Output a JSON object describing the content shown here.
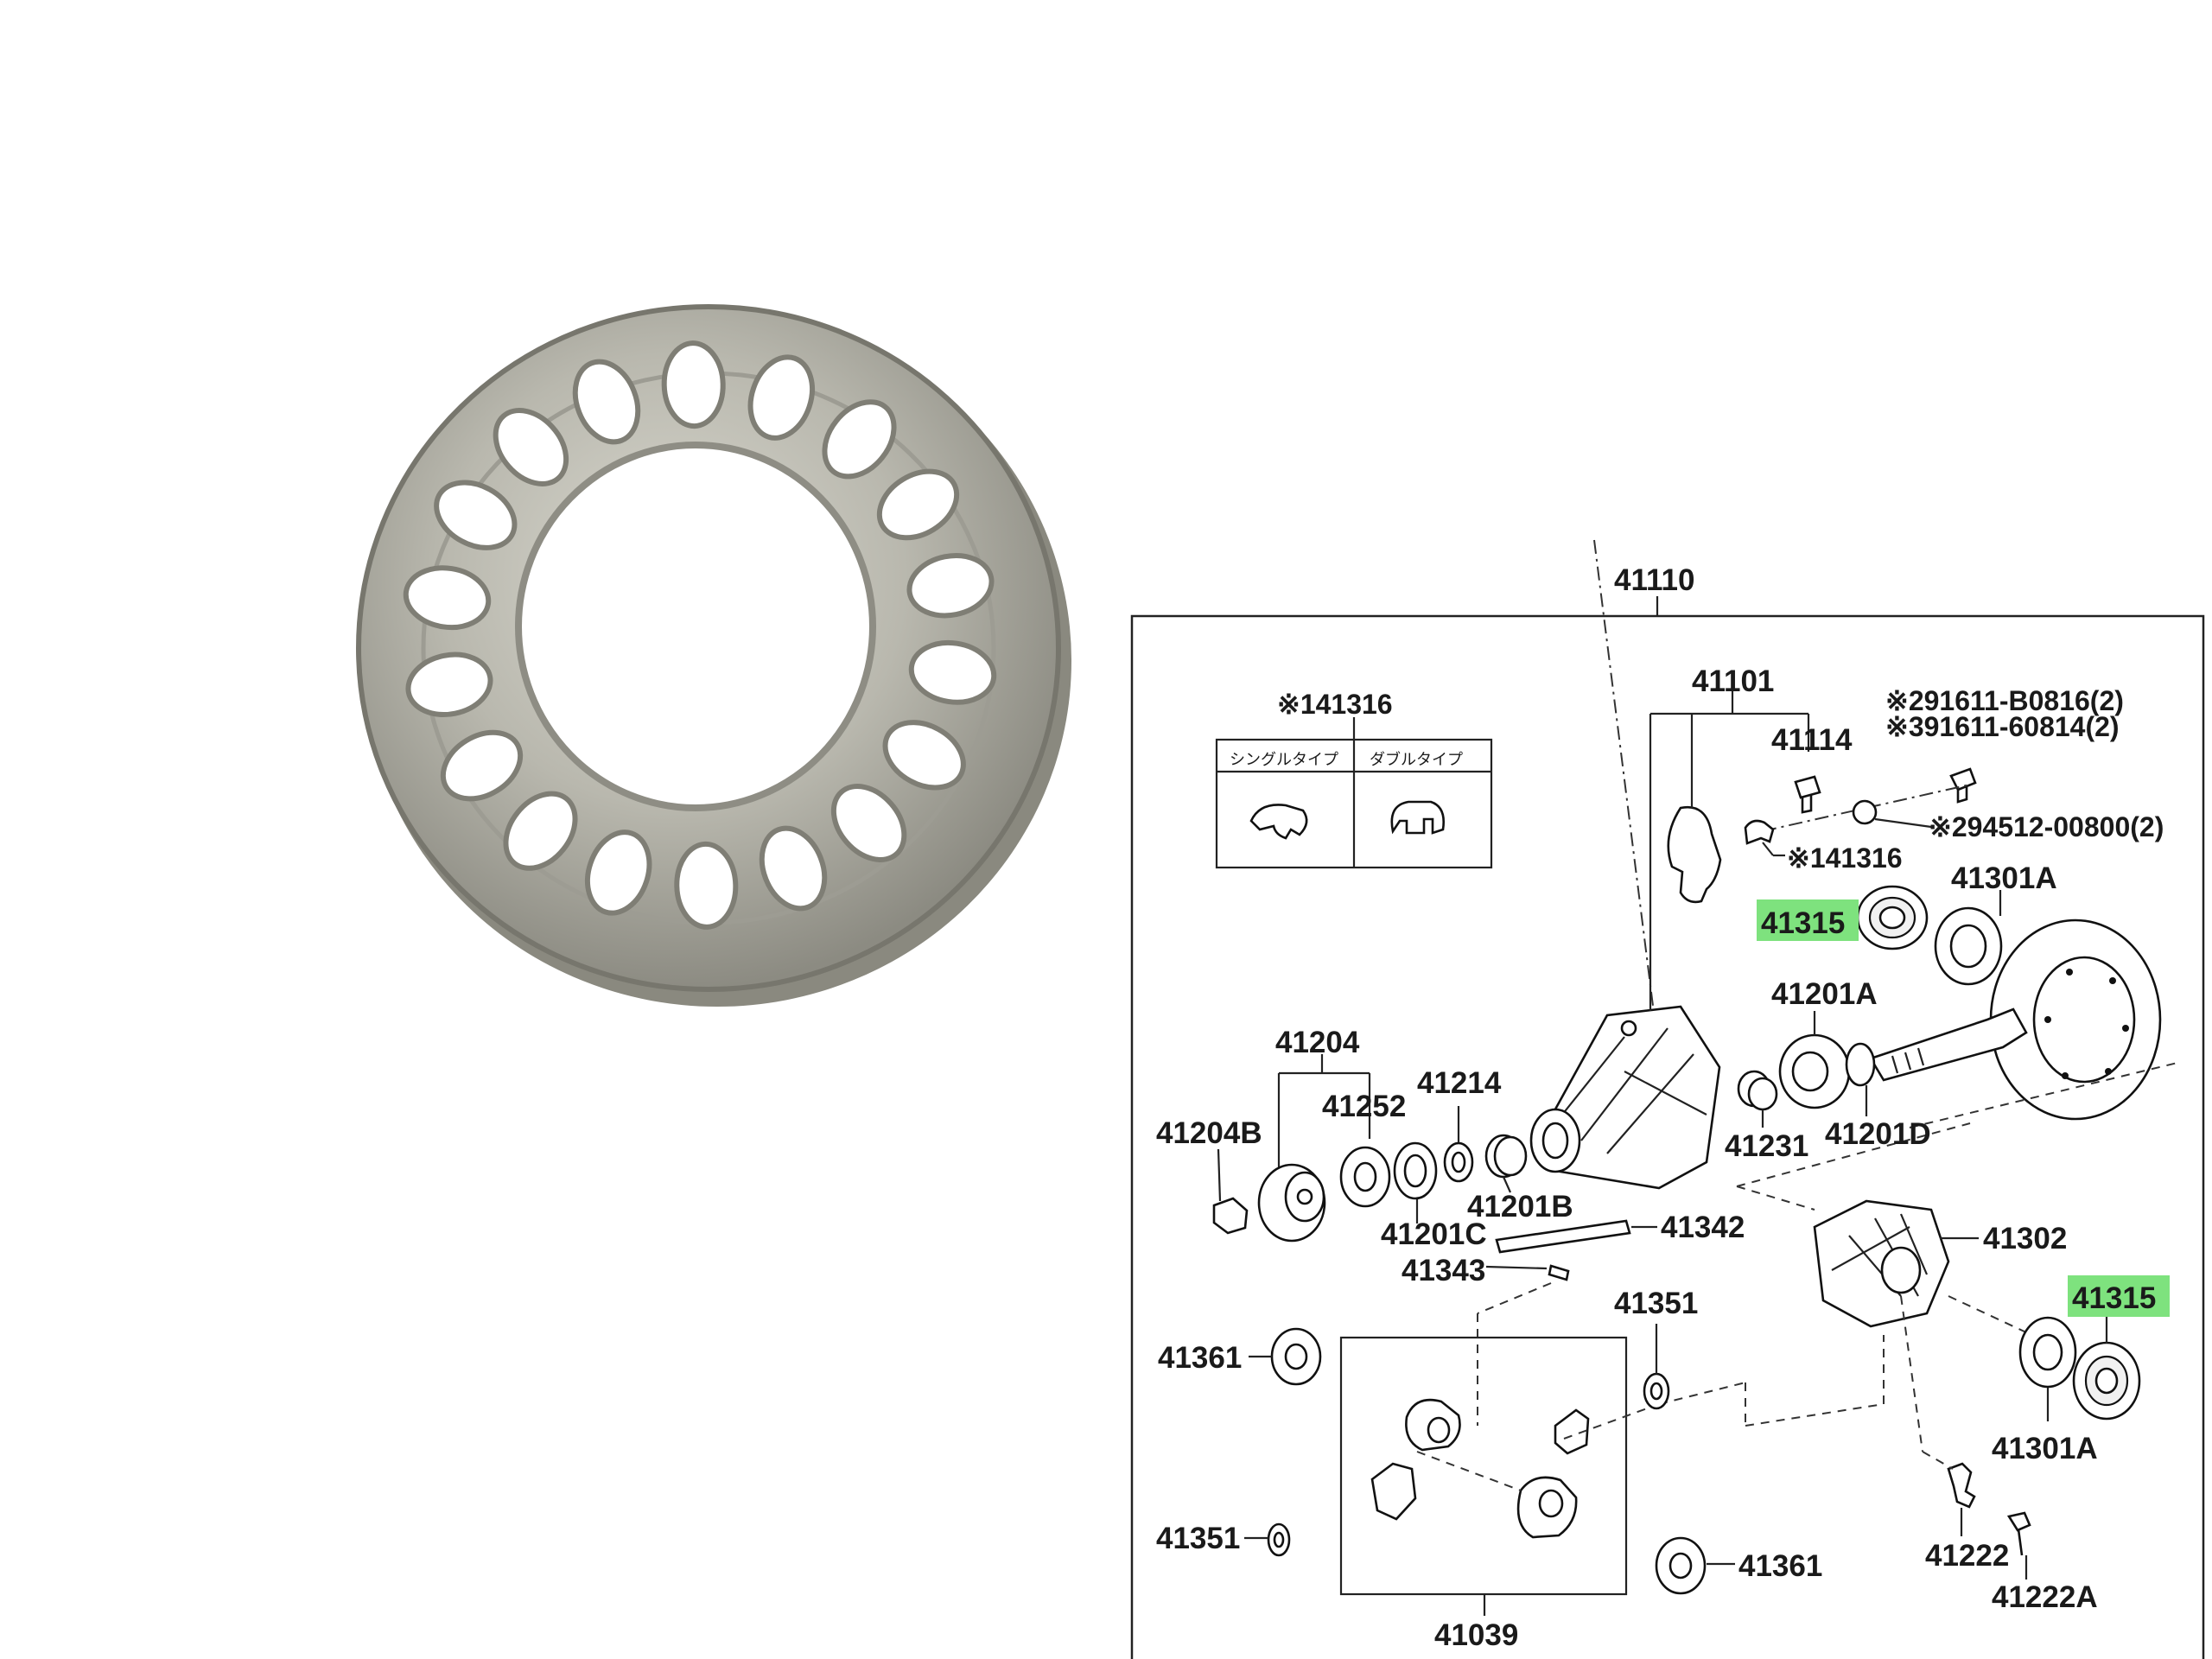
{
  "labels": {
    "l41110": "41110",
    "l41101": "41101",
    "l41114": "41114",
    "l91611b": "※291611-B0816(2)",
    "l91611c": "※391611-60814(2)",
    "l94512": "※294512-00800(2)",
    "l41316a": "※141316",
    "l41316b": "※141316",
    "single": "シングルタイプ",
    "double": "ダブルタイプ",
    "l41315a": "41315",
    "l41315b": "41315",
    "l41301a_top": "41301A",
    "l41301a_bot": "41301A",
    "l41201a": "41201A",
    "l41204": "41204",
    "l41214": "41214",
    "l41252": "41252",
    "l41204b": "41204B",
    "l41231": "41231",
    "l41201d": "41201D",
    "l41201b": "41201B",
    "l41201c": "41201C",
    "l41342": "41342",
    "l41343": "41343",
    "l41302": "41302",
    "l41351a": "41351",
    "l41351b": "41351",
    "l41361a": "41361",
    "l41361b": "41361",
    "l41222": "41222",
    "l41222a": "41222A",
    "l41039": "41039"
  },
  "colors": {
    "highlight": "#7ee27e"
  }
}
